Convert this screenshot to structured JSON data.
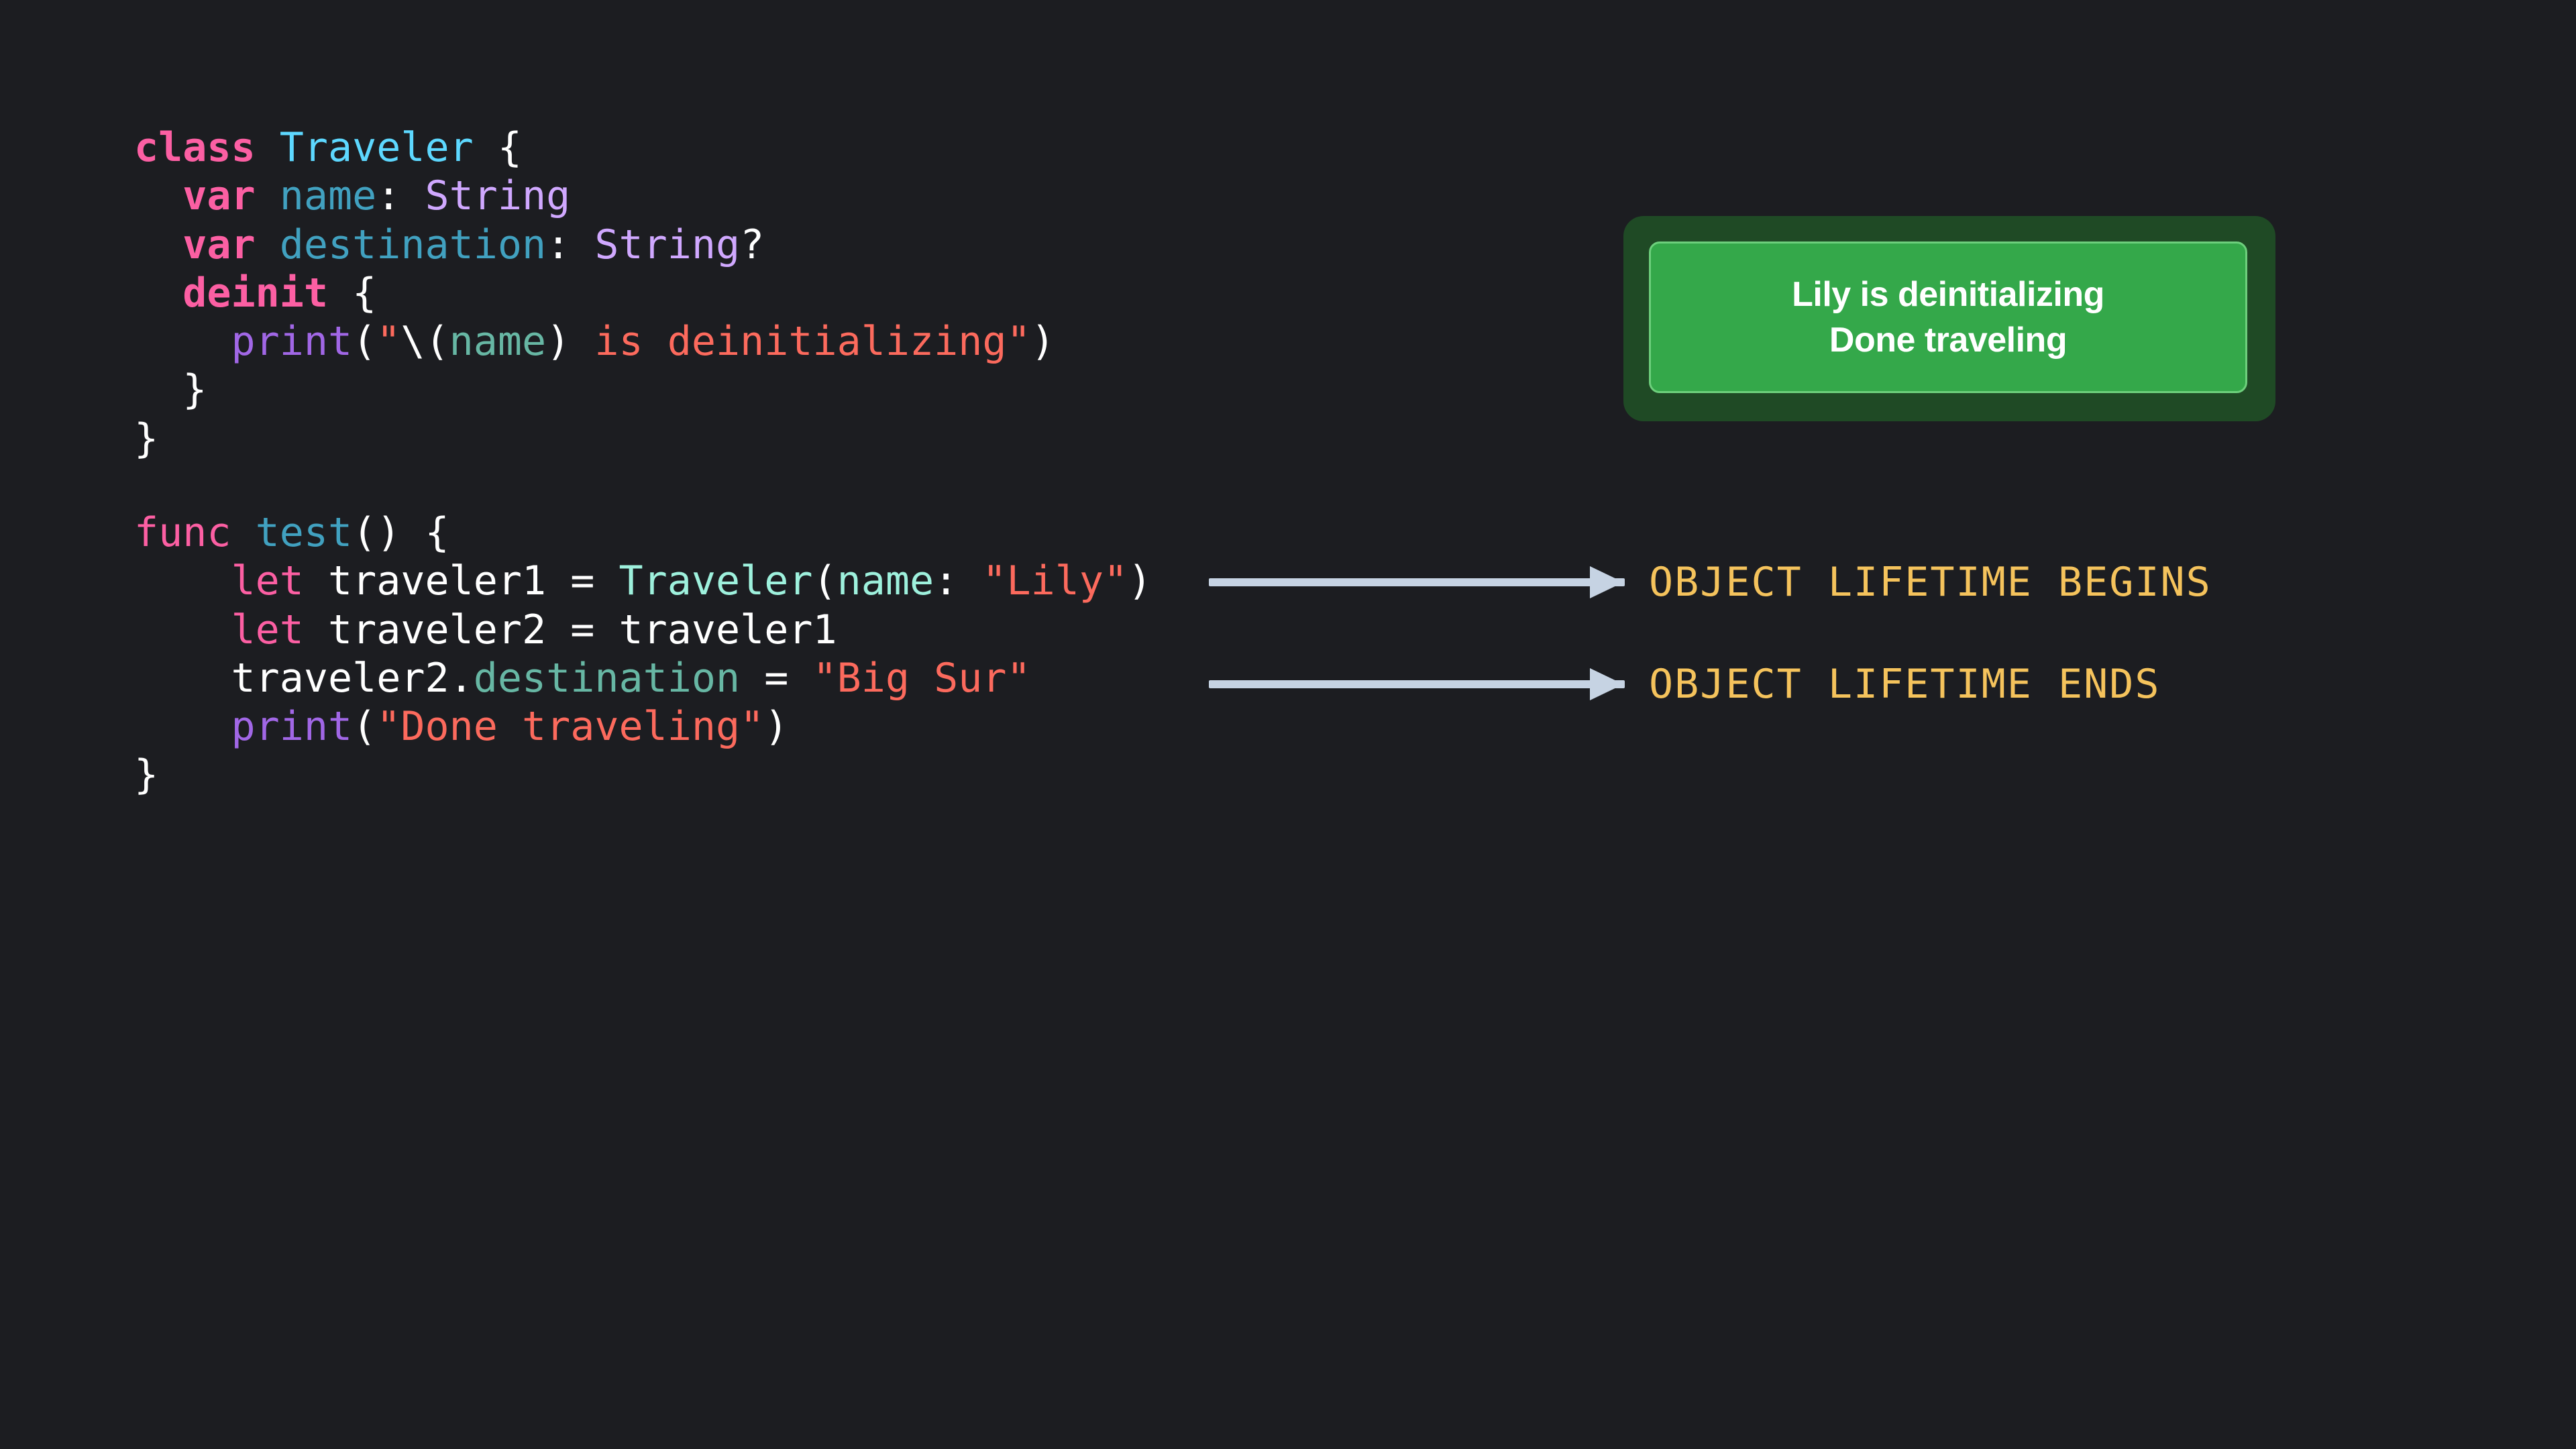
{
  "colors": {
    "background": "#1c1d21",
    "keyword": "#fc5fa3",
    "type_name": "#5dd8ff",
    "property": "#41a1c0",
    "library_type": "#d0a8ff",
    "function_call": "#a167e6",
    "string": "#fc6a5d",
    "annotation": "#f5c35c",
    "console_outer": "#1f4a25",
    "console_inner": "#34a84a",
    "arrow": "#c6d3e3"
  },
  "code": {
    "class_block": [
      [
        {
          "t": "class",
          "c": "tk-kw"
        },
        {
          "t": " ",
          "c": "tk-plain"
        },
        {
          "t": "Traveler",
          "c": "tk-type"
        },
        {
          "t": " {",
          "c": "tk-plain"
        }
      ],
      [
        {
          "t": "  ",
          "c": "tk-plain"
        },
        {
          "t": "var",
          "c": "tk-kw"
        },
        {
          "t": " ",
          "c": "tk-plain"
        },
        {
          "t": "name",
          "c": "tk-prop"
        },
        {
          "t": ": ",
          "c": "tk-plain"
        },
        {
          "t": "String",
          "c": "tk-lib-type"
        }
      ],
      [
        {
          "t": "  ",
          "c": "tk-plain"
        },
        {
          "t": "var",
          "c": "tk-kw"
        },
        {
          "t": " ",
          "c": "tk-plain"
        },
        {
          "t": "destination",
          "c": "tk-prop"
        },
        {
          "t": ": ",
          "c": "tk-plain"
        },
        {
          "t": "String",
          "c": "tk-lib-type"
        },
        {
          "t": "?",
          "c": "tk-plain"
        }
      ],
      [
        {
          "t": "  ",
          "c": "tk-plain"
        },
        {
          "t": "deinit",
          "c": "tk-kw"
        },
        {
          "t": " {",
          "c": "tk-plain"
        }
      ],
      [
        {
          "t": "    ",
          "c": "tk-plain"
        },
        {
          "t": "print",
          "c": "tk-func"
        },
        {
          "t": "(",
          "c": "tk-plain"
        },
        {
          "t": "\"",
          "c": "tk-str"
        },
        {
          "t": "\\(",
          "c": "tk-plain"
        },
        {
          "t": "name",
          "c": "tk-member"
        },
        {
          "t": ")",
          "c": "tk-plain"
        },
        {
          "t": " is deinitializing\"",
          "c": "tk-str"
        },
        {
          "t": ")",
          "c": "tk-plain"
        }
      ],
      [
        {
          "t": "  }",
          "c": "tk-plain"
        }
      ],
      [
        {
          "t": "}",
          "c": "tk-plain"
        }
      ]
    ],
    "func_block": [
      [
        {
          "t": "func",
          "c": "tk-kw-light"
        },
        {
          "t": " ",
          "c": "tk-plain"
        },
        {
          "t": "test",
          "c": "tk-prop"
        },
        {
          "t": "() {",
          "c": "tk-plain"
        }
      ],
      [
        {
          "t": "    ",
          "c": "tk-plain"
        },
        {
          "t": "let",
          "c": "tk-kw-light"
        },
        {
          "t": " traveler1 = ",
          "c": "tk-plain"
        },
        {
          "t": "Traveler",
          "c": "tk-teal"
        },
        {
          "t": "(",
          "c": "tk-plain"
        },
        {
          "t": "name",
          "c": "tk-teal"
        },
        {
          "t": ": ",
          "c": "tk-plain"
        },
        {
          "t": "\"Lily\"",
          "c": "tk-str"
        },
        {
          "t": ")",
          "c": "tk-plain"
        }
      ],
      [
        {
          "t": "    ",
          "c": "tk-plain"
        },
        {
          "t": "let",
          "c": "tk-kw-light"
        },
        {
          "t": " traveler2 = traveler1",
          "c": "tk-plain"
        }
      ],
      [
        {
          "t": "    traveler2.",
          "c": "tk-plain"
        },
        {
          "t": "destination",
          "c": "tk-member"
        },
        {
          "t": " = ",
          "c": "tk-plain"
        },
        {
          "t": "\"Big Sur\"",
          "c": "tk-str"
        }
      ],
      [
        {
          "t": "    ",
          "c": "tk-plain"
        },
        {
          "t": "print",
          "c": "tk-func"
        },
        {
          "t": "(",
          "c": "tk-plain"
        },
        {
          "t": "\"Done traveling\"",
          "c": "tk-str"
        },
        {
          "t": ")",
          "c": "tk-plain"
        }
      ],
      [
        {
          "t": "}",
          "c": "tk-plain"
        }
      ]
    ]
  },
  "console": {
    "line1": "Lily is deinitializing",
    "line2": "Done traveling"
  },
  "annotations": {
    "begins": "OBJECT LIFETIME BEGINS",
    "ends": "OBJECT LIFETIME ENDS"
  }
}
